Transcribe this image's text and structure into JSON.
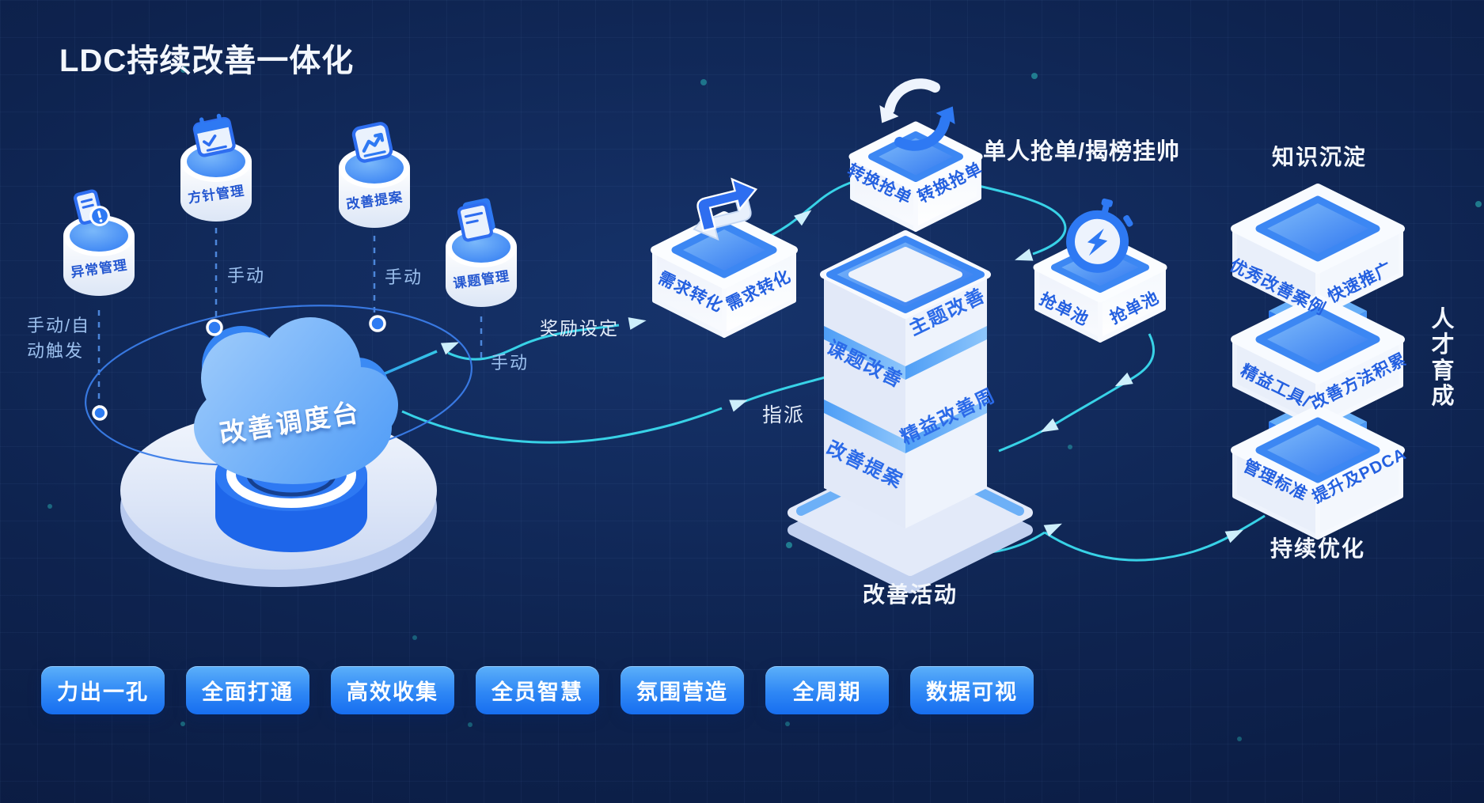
{
  "title": "LDC持续改善一体化",
  "sources": {
    "items": [
      {
        "label": "异常管理",
        "trigger": "手动/自动触发",
        "icon": "alert-document-icon"
      },
      {
        "label": "方针管理",
        "trigger": "手动",
        "icon": "calendar-check-icon"
      },
      {
        "label": "改善提案",
        "trigger": "手动",
        "icon": "image-chart-icon"
      },
      {
        "label": "课题管理",
        "trigger": "手动",
        "icon": "folder-icon"
      }
    ]
  },
  "hub": {
    "label": "改善调度台"
  },
  "flow": {
    "reward_label": "奖励设定",
    "assign_label": "指派",
    "demand_box": {
      "label": "需求转化",
      "icon": "swap-arrows-icon"
    },
    "convert_box": {
      "label": "转换抢单",
      "icon": "sync-icon",
      "note": "单人抢单/揭榜挂帅"
    },
    "pool_box": {
      "label": "抢单池",
      "icon": "stopwatch-icon"
    }
  },
  "tower": {
    "caption": "改善活动",
    "levels": [
      "主题改善",
      "课题改善",
      "精益改善周",
      "改善提案"
    ]
  },
  "knowledge": {
    "top_caption": "知识沉淀",
    "bottom_caption": "持续优化",
    "side_caption": "人才育成",
    "blocks": [
      {
        "left": "优秀改善案例",
        "right": "快速推广"
      },
      {
        "left": "精益工具/",
        "right": "改善方法积累"
      },
      {
        "left": "管理标准",
        "right": "提升及PDCA"
      }
    ]
  },
  "footer": {
    "buttons": [
      "力出一孔",
      "全面打通",
      "高效收集",
      "全员智慧",
      "氛围营造",
      "全周期",
      "数据可视"
    ]
  },
  "colors": {
    "background": "#0e234f",
    "accent_blue": "#2e7cf2",
    "light_blue": "#8fc2fa",
    "teal_line": "#38d2e7",
    "panel_white": "#eef3fc",
    "face_label_blue": "#2460e0",
    "button_top": "#5cb0fa",
    "button_bottom": "#176ef0",
    "text_white": "#f3f7fd",
    "muted_label": "#9cc0ee"
  }
}
